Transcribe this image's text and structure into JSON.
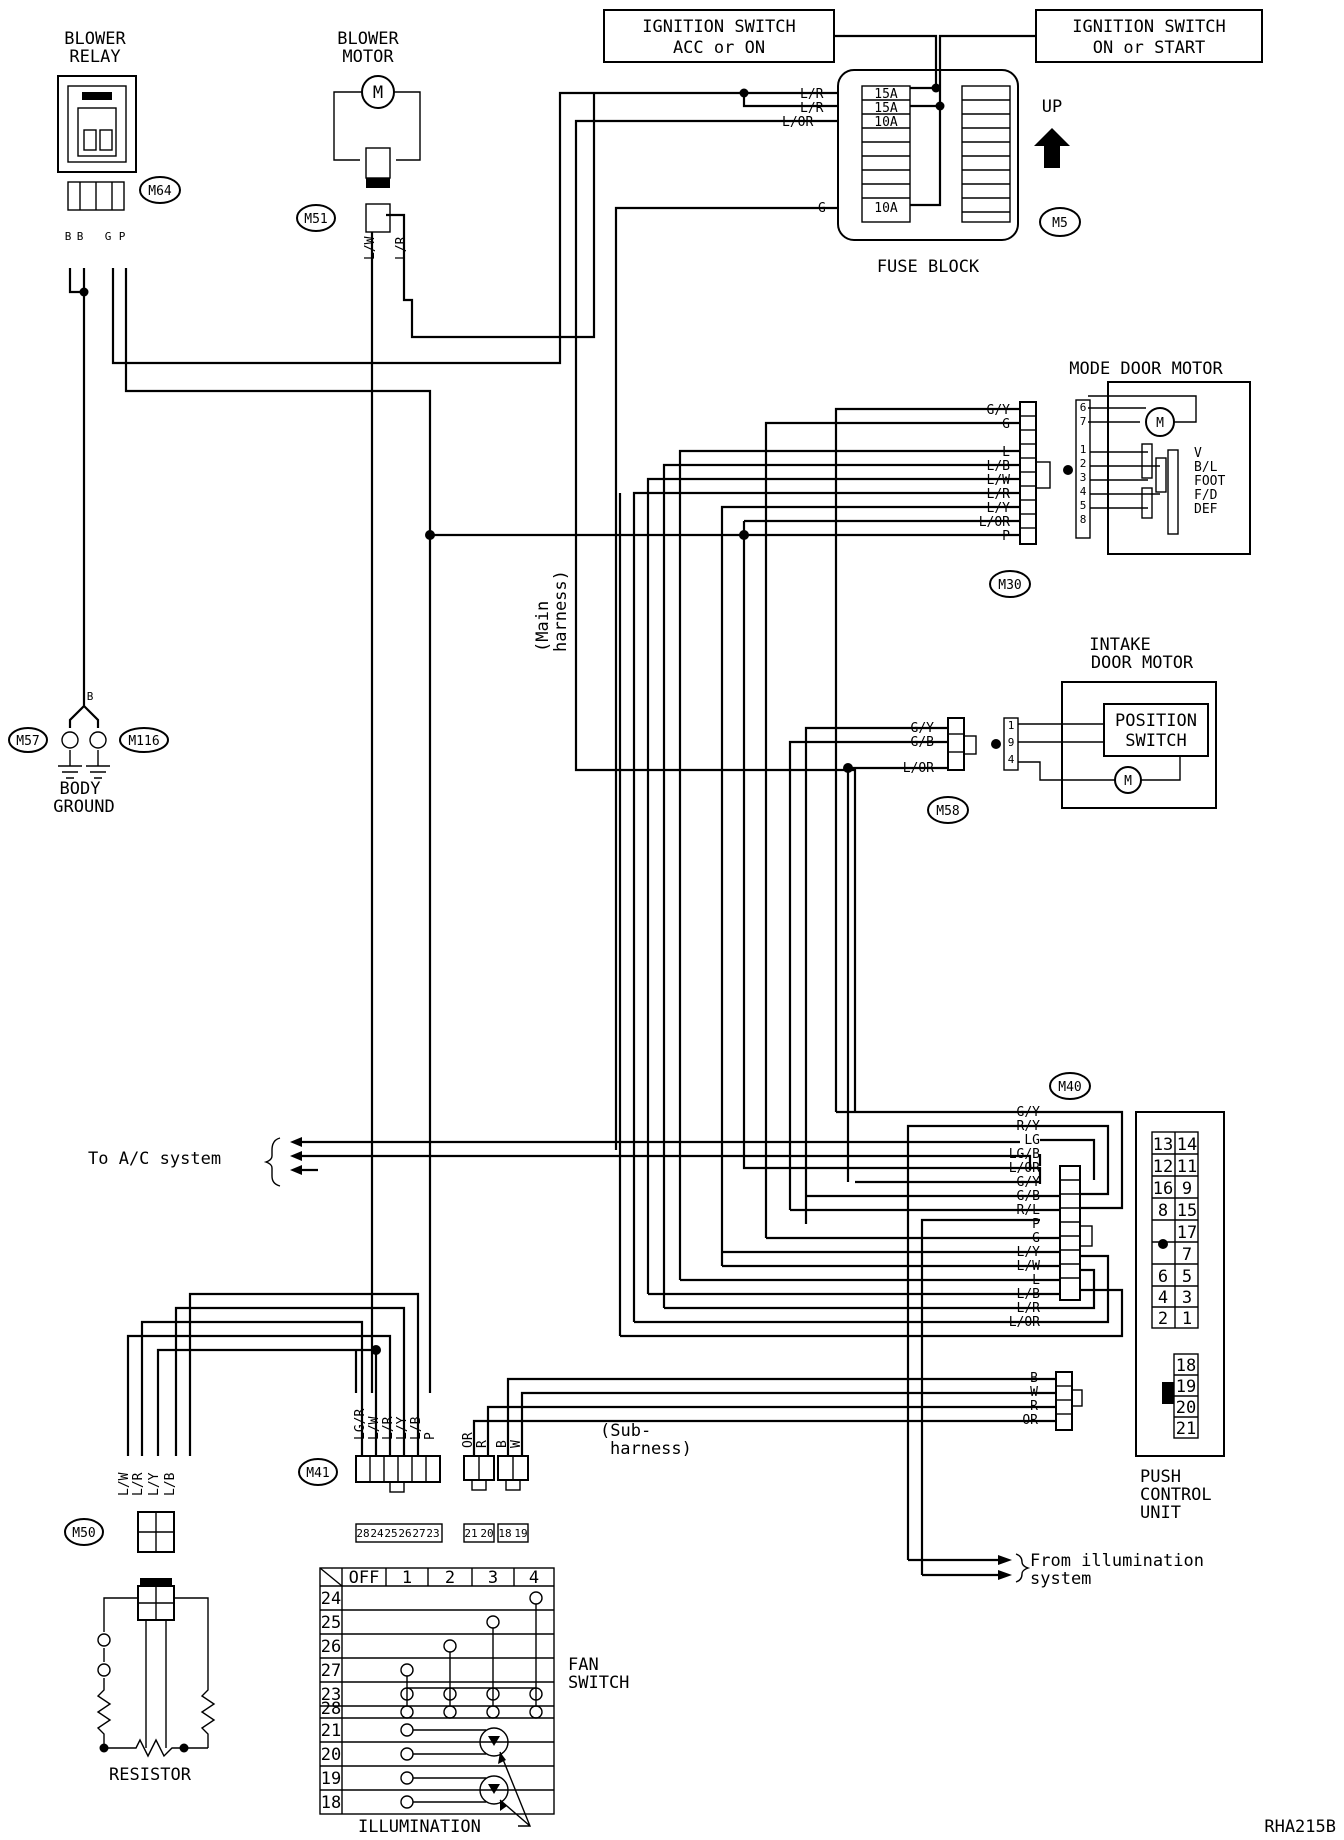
{
  "components": {
    "blower_relay": {
      "label_line1": "BLOWER",
      "label_line2": "RELAY",
      "connector": "M64",
      "pins": [
        "B",
        "B",
        "G",
        "P"
      ]
    },
    "blower_motor": {
      "label_line1": "BLOWER",
      "label_line2": "MOTOR",
      "connector": "M51",
      "wires": [
        "L/W",
        "L/R"
      ]
    },
    "ignition_acc": {
      "line1": "IGNITION SWITCH",
      "line2": "ACC or ON"
    },
    "ignition_on": {
      "line1": "IGNITION SWITCH",
      "line2": "ON or START"
    },
    "fuse_block": {
      "label": "FUSE BLOCK",
      "connector": "M5",
      "up_label": "UP",
      "fuses": [
        "15A",
        "15A",
        "10A",
        "10A"
      ],
      "wires": [
        "L/R",
        "L/R",
        "L/OR",
        "G"
      ]
    },
    "mode_door_motor": {
      "label": "MODE DOOR MOTOR",
      "connector": "M30",
      "wires": [
        "G/Y",
        "G",
        "L",
        "L/B",
        "L/W",
        "L/R",
        "L/Y",
        "L/OR",
        "P"
      ],
      "pins": [
        "6",
        "7",
        "1",
        "2",
        "3",
        "4",
        "5",
        "8"
      ],
      "positions": [
        "V",
        "B/L",
        "FOOT",
        "F/D",
        "DEF"
      ]
    },
    "intake_door_motor": {
      "label_line1": "INTAKE",
      "label_line2": "DOOR MOTOR",
      "connector": "M58",
      "wires": [
        "G/Y",
        "G/B",
        "L/OR"
      ],
      "pins": [
        "1",
        "9",
        "4"
      ],
      "switch_line1": "POSITION",
      "switch_line2": "SWITCH"
    },
    "body_ground": {
      "line1": "BODY",
      "line2": "GROUND",
      "connectors": [
        "M57",
        "M116"
      ],
      "wire": "B"
    },
    "main_harness": {
      "line1": "(Main",
      "line2": "harness)"
    },
    "sub_harness": {
      "line1": "(Sub-",
      "line2": "harness)"
    },
    "to_ac": "To A/C system",
    "push_control_unit": {
      "line1": "PUSH",
      "line2": "CONTROL",
      "line3": "UNIT",
      "connector": "M40",
      "wires": [
        "G/Y",
        "R/Y",
        "LG",
        "LG/B",
        "L/OR",
        "G/Y",
        "G/B",
        "R/L",
        "P",
        "G",
        "L/Y",
        "L/W",
        "L",
        "L/B",
        "L/R",
        "L/OR"
      ],
      "pin_grid": [
        [
          "13",
          "14"
        ],
        [
          "12",
          "11"
        ],
        [
          "16",
          "9"
        ],
        [
          "8",
          "15"
        ],
        [
          "",
          "17"
        ],
        [
          "",
          "7"
        ],
        [
          "6",
          "5"
        ],
        [
          "4",
          "3"
        ],
        [
          "2",
          "1"
        ]
      ],
      "pin_grid2": [
        "18",
        "19",
        "20",
        "21"
      ],
      "sub_wires": [
        "B",
        "W",
        "R",
        "OR"
      ]
    },
    "fan_switch": {
      "line1": "FAN",
      "line2": "SWITCH",
      "connector": "M41",
      "wires": [
        "LG/R",
        "L/W",
        "L/R",
        "L/Y",
        "L/B",
        "P"
      ],
      "columns": [
        "OFF",
        "1",
        "2",
        "3",
        "4"
      ],
      "rows": [
        "24",
        "25",
        "26",
        "27",
        "23",
        "28",
        "21",
        "20",
        "19",
        "18"
      ],
      "illum_wires_a": [
        "OR",
        "R"
      ],
      "illum_wires_b": [
        "B",
        "W"
      ],
      "pins_a": [
        "28",
        "24",
        "25",
        "26",
        "27",
        "23"
      ],
      "pins_b": [
        "21",
        "20"
      ],
      "pins_c": [
        "18",
        "19"
      ]
    },
    "resistor": {
      "label": "RESISTOR",
      "connector": "M50",
      "wires": [
        "L/W",
        "L/R",
        "L/Y",
        "L/B"
      ]
    },
    "illumination": "ILLUMINATION",
    "from_illum": {
      "line1": "From illumination",
      "line2": "system"
    },
    "figure_code": "RHA215B"
  }
}
